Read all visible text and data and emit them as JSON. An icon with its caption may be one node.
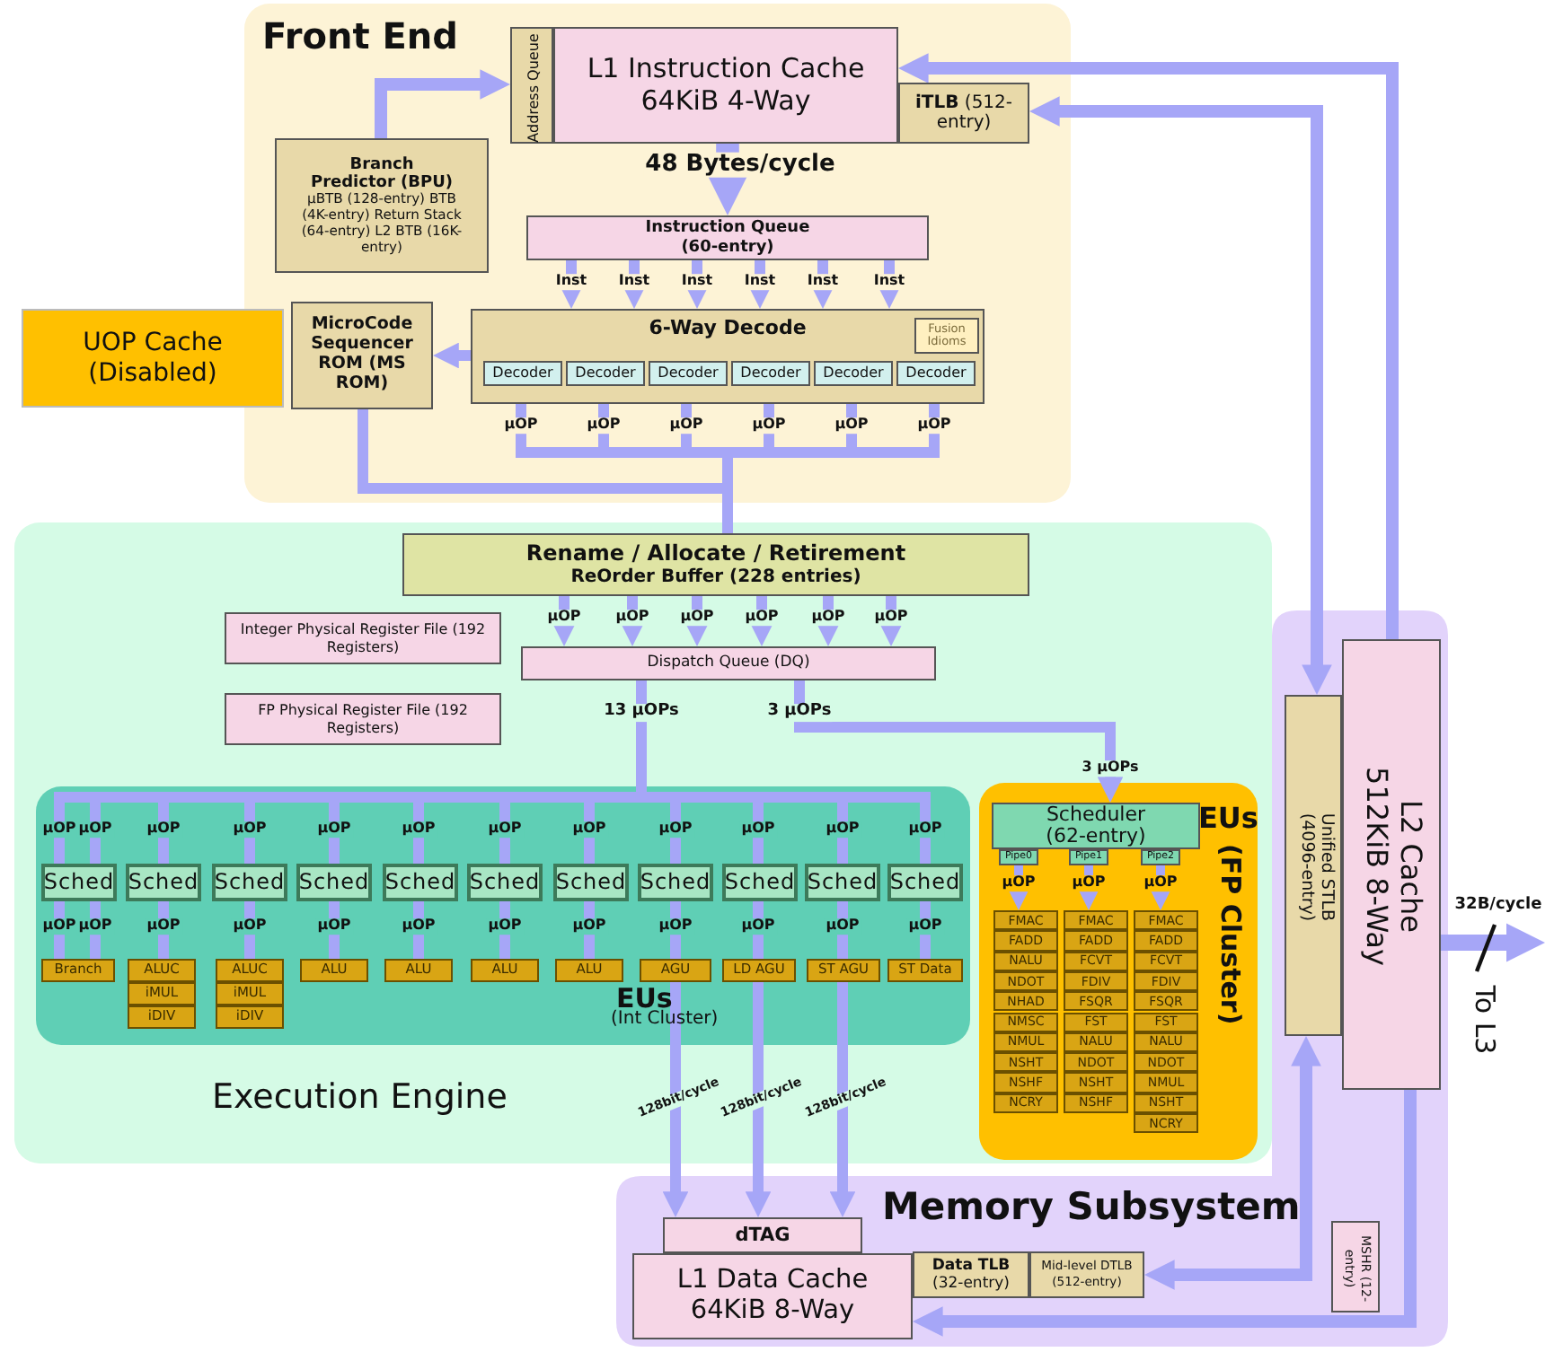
{
  "diagram": {
    "nodes": [
      {
        "text": [
          "Front End"
        ]
      },
      {
        "text": [
          "L1 Instruction Cache 64KiB 4-Way"
        ],
        "in": 0
      },
      {
        "text": [
          "Address Queue"
        ],
        "in": 0
      },
      {
        "text": [
          "**iTLB** (512-entry)"
        ],
        "in": 0
      },
      {
        "text": [
          "Branch Predictor (BPU)",
          "µBTB (128-entry) BTB (4K-entry) Return Stack (64-entry) L2 BTB (16K-entry)"
        ],
        "in": 0
      },
      {
        "text": [
          "Instruction Queue (60-entry)"
        ],
        "in": 0
      },
      {
        "text": [
          "6-Way Decode"
        ],
        "in": 0
      },
      {
        "text": [
          "Decoder"
        ],
        "in": 6
      },
      {
        "text": [
          "Decoder"
        ],
        "in": 6
      },
      {
        "text": [
          "Decoder"
        ],
        "in": 6
      },
      {
        "text": [
          "Decoder"
        ],
        "in": 6
      },
      {
        "text": [
          "Decoder"
        ],
        "in": 6
      },
      {
        "text": [
          "Decoder"
        ],
        "in": 6
      },
      {
        "text": [
          "Fusion Idioms"
        ],
        "in": 6
      },
      {
        "text": [
          "MicroCode Sequencer ROM (MS ROM)"
        ],
        "in": 0
      },
      {
        "text": [
          "UOP Cache (Disabled)"
        ]
      },
      {
        "text": [
          "Execution Engine"
        ]
      },
      {
        "text": [
          "Rename / Allocate / Retirement",
          "ReOrder Buffer (228 entries)"
        ],
        "in": 16
      },
      {
        "text": [
          "Integer Physical Register File (192 Registers)"
        ],
        "in": 16
      },
      {
        "text": [
          "FP Physical Register File (192 Registers)"
        ],
        "in": 16
      },
      {
        "text": [
          "Dispatch Queue (DQ)"
        ],
        "in": 16
      },
      {
        "text": [
          "EUs",
          "(Int Cluster)"
        ],
        "in": 16
      },
      {
        "text": [
          "Sched"
        ],
        "in": 21
      },
      {
        "text": [
          "Sched"
        ],
        "in": 21
      },
      {
        "text": [
          "Sched"
        ],
        "in": 21
      },
      {
        "text": [
          "Sched"
        ],
        "in": 21
      },
      {
        "text": [
          "Sched"
        ],
        "in": 21
      },
      {
        "text": [
          "Sched"
        ],
        "in": 21
      },
      {
        "text": [
          "Sched"
        ],
        "in": 21
      },
      {
        "text": [
          "Sched"
        ],
        "in": 21
      },
      {
        "text": [
          "Sched"
        ],
        "in": 21
      },
      {
        "text": [
          "Sched"
        ],
        "in": 21
      },
      {
        "text": [
          "Sched"
        ],
        "in": 21
      },
      {
        "text": [
          "Branch"
        ],
        "in": 21
      },
      {
        "text": [
          "ALUC"
        ],
        "in": 21
      },
      {
        "text": [
          "iMUL"
        ],
        "in": 21
      },
      {
        "text": [
          "iDIV"
        ],
        "in": 21
      },
      {
        "text": [
          "ALUC"
        ],
        "in": 21
      },
      {
        "text": [
          "iMUL"
        ],
        "in": 21
      },
      {
        "text": [
          "iDIV"
        ],
        "in": 21
      },
      {
        "text": [
          "ALU"
        ],
        "in": 21
      },
      {
        "text": [
          "ALU"
        ],
        "in": 21
      },
      {
        "text": [
          "ALU"
        ],
        "in": 21
      },
      {
        "text": [
          "ALU"
        ],
        "in": 21
      },
      {
        "text": [
          "AGU"
        ],
        "in": 21
      },
      {
        "text": [
          "LD AGU"
        ],
        "in": 21
      },
      {
        "text": [
          "ST AGU"
        ],
        "in": 21
      },
      {
        "text": [
          "ST Data"
        ],
        "in": 21
      },
      {
        "text": [
          "EUs",
          "(FP Cluster)"
        ],
        "in": 16
      },
      {
        "text": [
          "Scheduler (62-entry)"
        ],
        "in": 48
      },
      {
        "text": [
          "Pipe0"
        ],
        "in": 48
      },
      {
        "text": [
          "Pipe1"
        ],
        "in": 48
      },
      {
        "text": [
          "Pipe2"
        ],
        "in": 48
      },
      {
        "text": [
          "FMAC"
        ],
        "in": 48
      },
      {
        "text": [
          "FADD"
        ],
        "in": 48
      },
      {
        "text": [
          "NALU"
        ],
        "in": 48
      },
      {
        "text": [
          "NDOT"
        ],
        "in": 48
      },
      {
        "text": [
          "NHAD"
        ],
        "in": 48
      },
      {
        "text": [
          "NMSC"
        ],
        "in": 48
      },
      {
        "text": [
          "NMUL"
        ],
        "in": 48
      },
      {
        "text": [
          "NSHT"
        ],
        "in": 48
      },
      {
        "text": [
          "NSHF"
        ],
        "in": 48
      },
      {
        "text": [
          "NCRY"
        ],
        "in": 48
      },
      {
        "text": [
          "FMAC"
        ],
        "in": 48
      },
      {
        "text": [
          "FADD"
        ],
        "in": 48
      },
      {
        "text": [
          "FCVT"
        ],
        "in": 48
      },
      {
        "text": [
          "FDIV"
        ],
        "in": 48
      },
      {
        "text": [
          "FSQR"
        ],
        "in": 48
      },
      {
        "text": [
          "FST"
        ],
        "in": 48
      },
      {
        "text": [
          "NALU"
        ],
        "in": 48
      },
      {
        "text": [
          "NDOT"
        ],
        "in": 48
      },
      {
        "text": [
          "NSHT"
        ],
        "in": 48
      },
      {
        "text": [
          "NSHF"
        ],
        "in": 48
      },
      {
        "text": [
          "FMAC"
        ],
        "in": 48
      },
      {
        "text": [
          "FADD"
        ],
        "in": 48
      },
      {
        "text": [
          "FCVT"
        ],
        "in": 48
      },
      {
        "text": [
          "FDIV"
        ],
        "in": 48
      },
      {
        "text": [
          "FSQR"
        ],
        "in": 48
      },
      {
        "text": [
          "FST"
        ],
        "in": 48
      },
      {
        "text": [
          "NALU"
        ],
        "in": 48
      },
      {
        "text": [
          "NDOT"
        ],
        "in": 48
      },
      {
        "text": [
          "NMUL"
        ],
        "in": 48
      },
      {
        "text": [
          "NSHT"
        ],
        "in": 48
      },
      {
        "text": [
          "NCRY"
        ],
        "in": 48
      },
      {
        "text": [
          "Memory Subsystem"
        ]
      },
      {
        "text": [
          "dTAG"
        ],
        "in": 84
      },
      {
        "text": [
          "L1 Data Cache 64KiB 8-Way"
        ],
        "in": 84
      },
      {
        "text": [
          "**Data TLB** (32-entry)"
        ],
        "in": 84
      },
      {
        "text": [
          "Mid-level DTLB (512-entry)"
        ],
        "in": 84
      },
      {
        "text": [
          "MSHR (12-entry)"
        ],
        "in": 84
      },
      {
        "text": [
          "Unified STLB (4096-entry)"
        ],
        "in": 84
      },
      {
        "text": [
          "L2 Cache 512KiB 8-Way"
        ],
        "in": 84
      }
    ],
    "edges": [
      {
        "from": 91,
        "to": 1,
        "arrow": "to"
      },
      {
        "from": 90,
        "to": 3,
        "arrow": "both"
      },
      {
        "from": 4,
        "to": 2,
        "arrow": "to"
      },
      {
        "from": 1,
        "to": 5,
        "arrow": "to",
        "label": "48 Bytes/cycle",
        "style": "thick"
      },
      {
        "from": 5,
        "to": 6,
        "arrow": "to",
        "label": "Inst"
      },
      {
        "from": 5,
        "to": 6,
        "arrow": "to",
        "label": "Inst"
      },
      {
        "from": 5,
        "to": 6,
        "arrow": "to",
        "label": "Inst"
      },
      {
        "from": 5,
        "to": 6,
        "arrow": "to",
        "label": "Inst"
      },
      {
        "from": 5,
        "to": 6,
        "arrow": "to",
        "label": "Inst"
      },
      {
        "from": 5,
        "to": 6,
        "arrow": "to",
        "label": "Inst"
      },
      {
        "from": 6,
        "to": 14,
        "arrow": "to"
      },
      {
        "from": 7,
        "to": 17,
        "arrow": "none",
        "label": "µOP"
      },
      {
        "from": 8,
        "to": 17,
        "arrow": "none",
        "label": "µOP"
      },
      {
        "from": 9,
        "to": 17,
        "arrow": "none",
        "label": "µOP"
      },
      {
        "from": 10,
        "to": 17,
        "arrow": "none",
        "label": "µOP"
      },
      {
        "from": 11,
        "to": 17,
        "arrow": "none",
        "label": "µOP"
      },
      {
        "from": 12,
        "to": 17,
        "arrow": "none",
        "label": "µOP"
      },
      {
        "from": 14,
        "to": 17,
        "arrow": "none"
      },
      {
        "from": 17,
        "to": 20,
        "arrow": "to",
        "label": "µOP"
      },
      {
        "from": 17,
        "to": 20,
        "arrow": "to",
        "label": "µOP"
      },
      {
        "from": 17,
        "to": 20,
        "arrow": "to",
        "label": "µOP"
      },
      {
        "from": 17,
        "to": 20,
        "arrow": "to",
        "label": "µOP"
      },
      {
        "from": 17,
        "to": 20,
        "arrow": "to",
        "label": "µOP"
      },
      {
        "from": 17,
        "to": 20,
        "arrow": "to",
        "label": "µOP"
      },
      {
        "from": 20,
        "to": 22,
        "arrow": "none",
        "label": "µOP"
      },
      {
        "from": 20,
        "to": 22,
        "arrow": "none",
        "label": "µOP"
      },
      {
        "from": 20,
        "to": 23,
        "arrow": "none",
        "label": "µOP"
      },
      {
        "from": 20,
        "to": 24,
        "arrow": "none",
        "label": "µOP"
      },
      {
        "from": 20,
        "to": 25,
        "arrow": "none",
        "label": "µOP"
      },
      {
        "from": 20,
        "to": 26,
        "arrow": "none",
        "label": "µOP"
      },
      {
        "from": 20,
        "to": 27,
        "arrow": "none",
        "label": "µOP"
      },
      {
        "from": 20,
        "to": 28,
        "arrow": "none",
        "label": "µOP"
      },
      {
        "from": 20,
        "to": 29,
        "arrow": "none",
        "label": "µOP"
      },
      {
        "from": 20,
        "to": 30,
        "arrow": "none",
        "label": "µOP"
      },
      {
        "from": 20,
        "to": 31,
        "arrow": "none",
        "label": "µOP"
      },
      {
        "from": 20,
        "to": 32,
        "arrow": "none",
        "label": "µOP"
      },
      {
        "from": 22,
        "to": 33,
        "arrow": "none",
        "label": "µOP"
      },
      {
        "from": 22,
        "to": 33,
        "arrow": "none",
        "label": "µOP"
      },
      {
        "from": 23,
        "to": 34,
        "arrow": "none",
        "label": "µOP"
      },
      {
        "from": 24,
        "to": 37,
        "arrow": "none",
        "label": "µOP"
      },
      {
        "from": 25,
        "to": 40,
        "arrow": "none",
        "label": "µOP"
      },
      {
        "from": 26,
        "to": 41,
        "arrow": "none",
        "label": "µOP"
      },
      {
        "from": 27,
        "to": 42,
        "arrow": "none",
        "label": "µOP"
      },
      {
        "from": 28,
        "to": 43,
        "arrow": "none",
        "label": "µOP"
      },
      {
        "from": 29,
        "to": 44,
        "arrow": "none",
        "label": "µOP"
      },
      {
        "from": 30,
        "to": 45,
        "arrow": "none",
        "label": "µOP"
      },
      {
        "from": 31,
        "to": 46,
        "arrow": "none",
        "label": "µOP"
      },
      {
        "from": 32,
        "to": 47,
        "arrow": "none",
        "label": "µOP"
      },
      {
        "from": 20,
        "to": 49,
        "arrow": "to",
        "label": "3 µOPs"
      },
      {
        "from": 50,
        "to": 53,
        "arrow": "to",
        "label": "µOP"
      },
      {
        "from": 51,
        "to": 63,
        "arrow": "to",
        "label": "µOP"
      },
      {
        "from": 52,
        "to": 73,
        "arrow": "to",
        "label": "µOP"
      },
      {
        "from": 44,
        "to": 85,
        "arrow": "to",
        "label": "128bit/cycle"
      },
      {
        "from": 45,
        "to": 85,
        "arrow": "to",
        "label": "128bit/cycle"
      },
      {
        "from": 46,
        "to": 85,
        "arrow": "to",
        "label": "128bit/cycle"
      },
      {
        "from": 91,
        "to": 86,
        "arrow": "to"
      },
      {
        "from": 90,
        "to": 88,
        "arrow": "both"
      },
      {
        "from": 91,
        "to": null,
        "arrow": "to",
        "label": "32B/cycle"
      }
    ],
    "labels": [
      "13 µOPs",
      "3 µOPs",
      "To L3"
    ]
  }
}
